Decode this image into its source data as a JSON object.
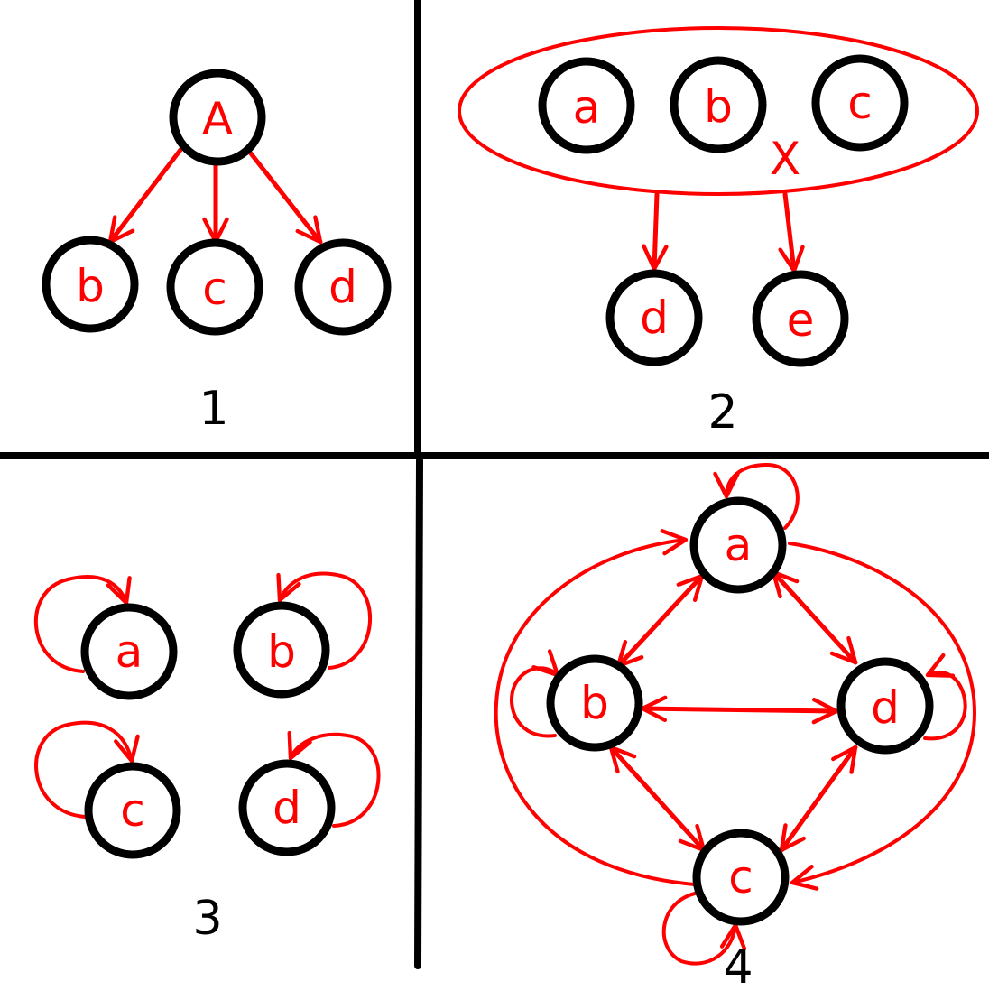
{
  "colors": {
    "edge": "#ff0000",
    "node_label": "#ff0000",
    "node_stroke": "#000000",
    "panel_label": "#000000",
    "background": "#ffffff"
  },
  "panels": [
    {
      "label": "1",
      "nodes": [
        "A",
        "b",
        "c",
        "d"
      ]
    },
    {
      "label": "2",
      "nodes": [
        "a",
        "b",
        "c",
        "d",
        "e"
      ],
      "group_marker": "X"
    },
    {
      "label": "3",
      "nodes": [
        "a",
        "b",
        "c",
        "d"
      ]
    },
    {
      "label": "4",
      "nodes": [
        "a",
        "b",
        "c",
        "d"
      ]
    }
  ]
}
